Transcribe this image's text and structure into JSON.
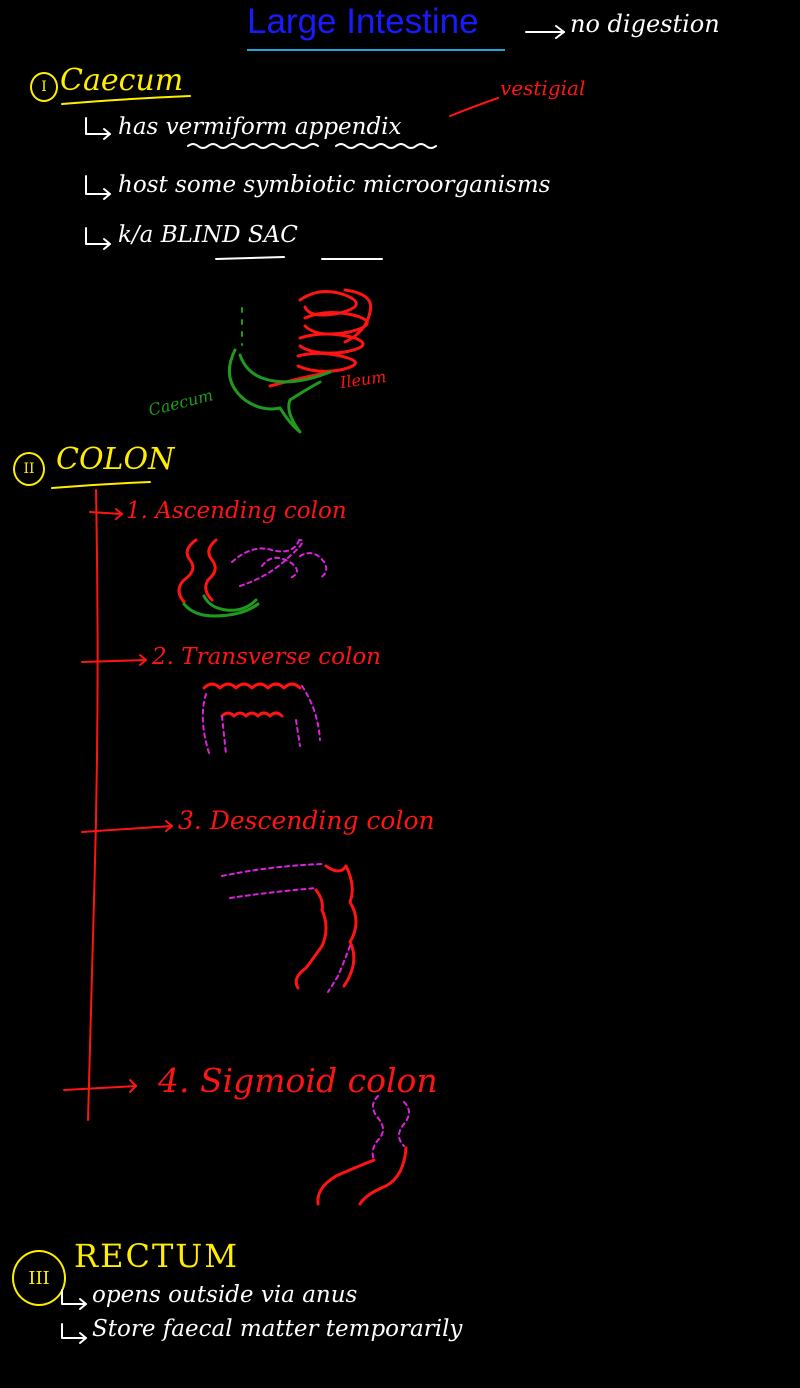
{
  "header": {
    "title": "Large Intestine",
    "note": "no digestion"
  },
  "section1": {
    "number": "I",
    "heading": "Caecum",
    "points": [
      "has vermiform appendix",
      "host some symbiotic microorganisms",
      "k/a BLIND SAC"
    ],
    "annotation": "vestigial",
    "diagram_labels": {
      "caecum": "Caecum",
      "ileum": "Ileum"
    }
  },
  "section2": {
    "number": "II",
    "heading": "COLON",
    "parts": [
      "1. Ascending colon",
      "2. Transverse colon",
      "3. Descending colon",
      "4. Sigmoid colon"
    ]
  },
  "section3": {
    "number": "III",
    "heading": "RECTUM",
    "points": [
      "opens outside via anus",
      "Store faecal matter temporarily"
    ]
  },
  "colors": {
    "background": "#000000",
    "title": "#1a1aff",
    "heading": "#ffee00",
    "text": "#ffffff",
    "accent": "#ff1414",
    "caecum": "#1f9a1f",
    "dashed": "#e020e0"
  }
}
